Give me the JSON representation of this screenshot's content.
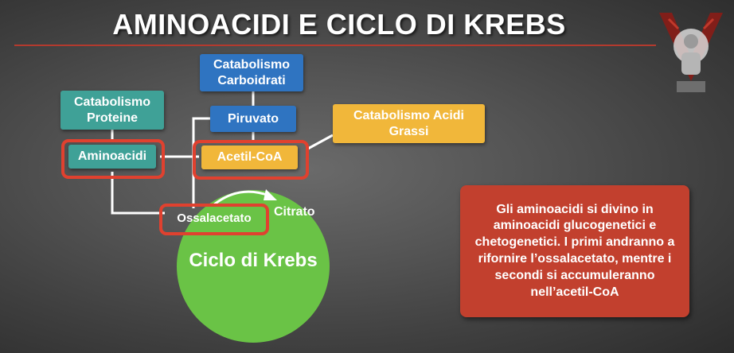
{
  "title": "AMINOACIDI E CICLO DI KREBS",
  "colors": {
    "teal": "#3fa197",
    "blue": "#2f74c1",
    "orange": "#f1b73a",
    "highlight": "#e0412f",
    "cycle": "#6ac346",
    "note": "#c2402e"
  },
  "nodes": {
    "catabolismo_proteine": "Catabolismo Proteine",
    "aminoacidi": "Aminoacidi",
    "catabolismo_carboidrati": "Catabolismo Carboidrati",
    "piruvato": "Piruvato",
    "acetil_coa": "Acetil-CoA",
    "catabolismo_acidi_grassi": "Catabolismo Acidi Grassi",
    "ossalacetato": "Ossalacetato",
    "citrato": "Citrato",
    "ciclo_di_krebs": "Ciclo di Krebs"
  },
  "note": "Gli aminoacidi si divino in aminoacidi glucogenetici e chetogenetici. I primi andranno a rifornire l’ossalacetato, mentre i secondi si accumuleranno nell’acetil-CoA"
}
